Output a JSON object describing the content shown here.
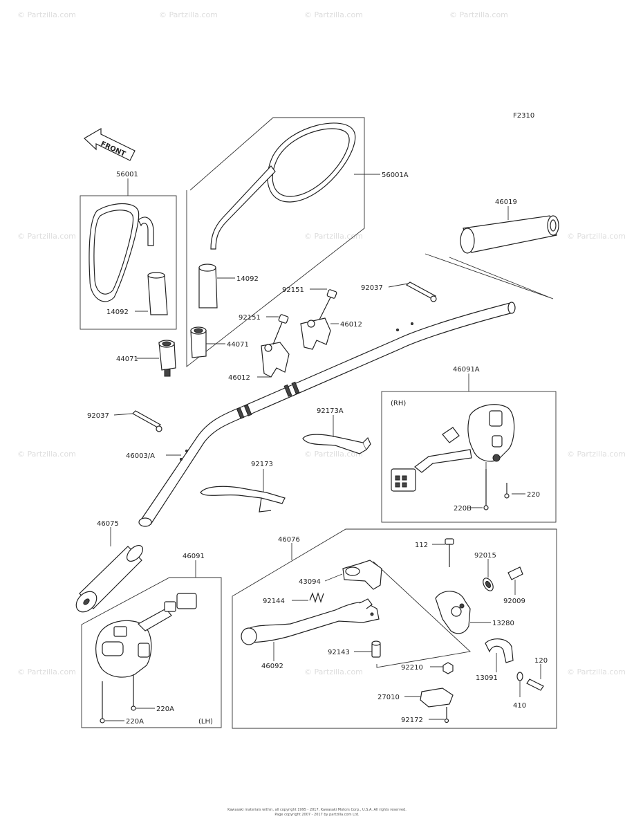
{
  "figure_code": "F2310",
  "front_label": "FRONT",
  "frame_tags": {
    "rh": "(RH)",
    "lh": "(LH)"
  },
  "watermark": "© Partzilla.com",
  "callouts": [
    {
      "id": "56001",
      "text": "56001"
    },
    {
      "id": "56001A",
      "text": "56001A"
    },
    {
      "id": "46019",
      "text": "46019"
    },
    {
      "id": "14092a",
      "text": "14092"
    },
    {
      "id": "14092b",
      "text": "14092"
    },
    {
      "id": "92151a",
      "text": "92151"
    },
    {
      "id": "92151b",
      "text": "92151"
    },
    {
      "id": "92037a",
      "text": "92037"
    },
    {
      "id": "92037b",
      "text": "92037"
    },
    {
      "id": "46012a",
      "text": "46012"
    },
    {
      "id": "46012b",
      "text": "46012"
    },
    {
      "id": "44071a",
      "text": "44071"
    },
    {
      "id": "44071b",
      "text": "44071"
    },
    {
      "id": "46091A",
      "text": "46091A"
    },
    {
      "id": "92173A",
      "text": "92173A"
    },
    {
      "id": "46003A",
      "text": "46003/A"
    },
    {
      "id": "92173",
      "text": "92173"
    },
    {
      "id": "220",
      "text": "220"
    },
    {
      "id": "220B",
      "text": "220B"
    },
    {
      "id": "46075",
      "text": "46075"
    },
    {
      "id": "46076",
      "text": "46076"
    },
    {
      "id": "46091",
      "text": "46091"
    },
    {
      "id": "112",
      "text": "112"
    },
    {
      "id": "92015",
      "text": "92015"
    },
    {
      "id": "43094",
      "text": "43094"
    },
    {
      "id": "92144",
      "text": "92144"
    },
    {
      "id": "92009",
      "text": "92009"
    },
    {
      "id": "13280",
      "text": "13280"
    },
    {
      "id": "46092",
      "text": "46092"
    },
    {
      "id": "92143",
      "text": "92143"
    },
    {
      "id": "92210",
      "text": "92210"
    },
    {
      "id": "13091",
      "text": "13091"
    },
    {
      "id": "120",
      "text": "120"
    },
    {
      "id": "410",
      "text": "410"
    },
    {
      "id": "27010",
      "text": "27010"
    },
    {
      "id": "92172",
      "text": "92172"
    },
    {
      "id": "220Aa",
      "text": "220A"
    },
    {
      "id": "220Ab",
      "text": "220A"
    }
  ],
  "footer": {
    "line1": "Kawasaki materials within, all copyright 1995 - 2017, Kawasaki Motors Corp., U.S.A. All rights reserved.",
    "line2": "Page copyright 2007 - 2017 by partzilla.com Ltd."
  }
}
